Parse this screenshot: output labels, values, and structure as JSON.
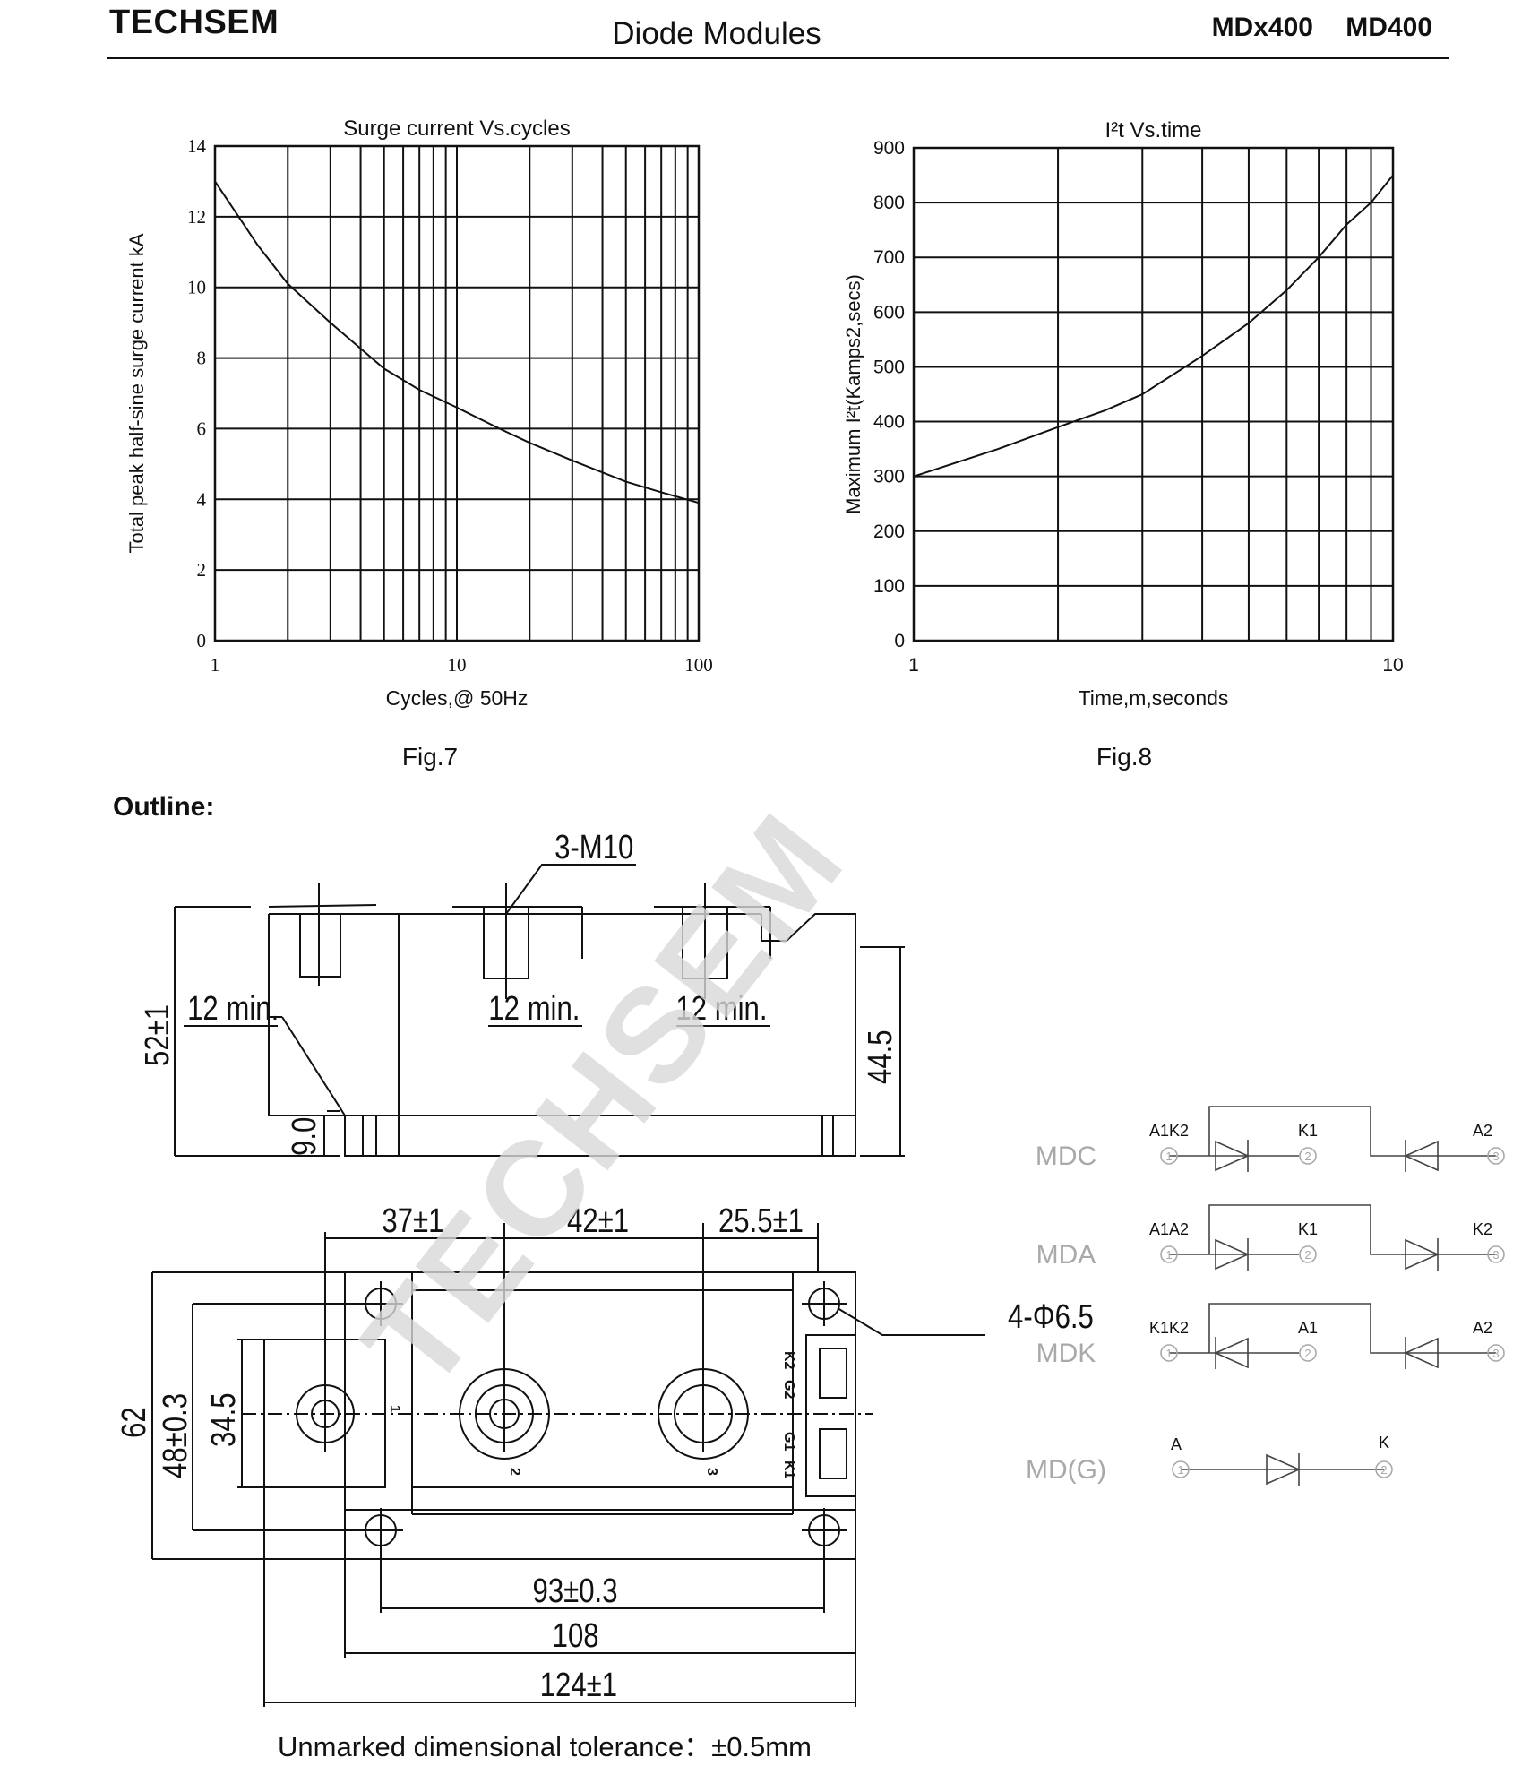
{
  "header": {
    "brand": "TECHSEM",
    "doc_title": "Diode Modules",
    "models": "MDx400 MD400"
  },
  "captions": {
    "fig7": "Fig.7",
    "fig8": "Fig.8",
    "outline": "Outline:",
    "tolerance": "Unmarked dimensional tolerance：±0.5mm"
  },
  "watermark": "TECHSEM",
  "chart_data": [
    {
      "type": "line",
      "title": "Surge current  Vs.cycles",
      "xlabel": "Cycles,@ 50Hz",
      "ylabel": "Total peak half-sine surge current kA",
      "xscale": "log",
      "xlim": [
        1,
        100
      ],
      "ylim": [
        0,
        14
      ],
      "xticks": [
        "1",
        "10",
        "100"
      ],
      "yticks": [
        "0",
        "2",
        "4",
        "6",
        "8",
        "10",
        "12",
        "14"
      ],
      "grid": true,
      "x": [
        1,
        1.5,
        2,
        3,
        5,
        7,
        10,
        15,
        20,
        30,
        50,
        70,
        100
      ],
      "y": [
        13,
        11.2,
        10.1,
        9.0,
        7.7,
        7.1,
        6.6,
        6.0,
        5.6,
        5.1,
        4.5,
        4.2,
        3.9
      ]
    },
    {
      "type": "line",
      "title": "I²t  Vs.time",
      "xlabel": "Time,m,seconds",
      "ylabel": "Maximum I²t(Kamps2,secs)",
      "xscale": "log",
      "xlim": [
        1,
        10
      ],
      "ylim": [
        0,
        900
      ],
      "xticks": [
        "1",
        "10"
      ],
      "yticks": [
        "0",
        "100",
        "200",
        "300",
        "400",
        "500",
        "600",
        "700",
        "800",
        "900"
      ],
      "grid": true,
      "x": [
        1,
        1.5,
        2,
        2.5,
        3,
        4,
        5,
        6,
        7,
        8,
        9,
        10
      ],
      "y": [
        300,
        350,
        390,
        420,
        450,
        520,
        580,
        640,
        700,
        760,
        800,
        850
      ]
    }
  ],
  "outline": {
    "side_view": {
      "label_3m10": "3-M10",
      "min_left": "12 min.",
      "min_mid": "12 min.",
      "min_right": "12 min.",
      "height_total": "52±1",
      "height_right": "44.5",
      "base_height": "9.0"
    },
    "top_view": {
      "dim_37": "37±1",
      "dim_42": "42±1",
      "dim_25": "25.5±1",
      "hole": "4-Φ6.5",
      "dim_62": "62",
      "dim_48": "48±0.3",
      "dim_345": "34.5",
      "dim_93": "93±0.3",
      "dim_108": "108",
      "dim_124": "124±1",
      "term_1": "1",
      "term_2": "2",
      "term_3": "3",
      "pins": [
        "K2",
        "G2",
        "G1",
        "K1"
      ]
    }
  },
  "schematics": [
    {
      "name": "MDC",
      "l1": "A1K2",
      "l2": "K1",
      "l3": "A2",
      "d1": "right",
      "d2": "left"
    },
    {
      "name": "MDA",
      "l1": "A1A2",
      "l2": "K1",
      "l3": "K2",
      "d1": "right",
      "d2": "right"
    },
    {
      "name": "MDK",
      "l1": "K1K2",
      "l2": "A1",
      "l3": "A2",
      "d1": "left",
      "d2": "left"
    }
  ],
  "schematic_single": {
    "name": "MD(G)",
    "l1": "A",
    "l2": "K"
  },
  "colors": {
    "ink": "#111111",
    "watermark": "#d8d8d8",
    "schematic_label": "#a9a9a9"
  }
}
